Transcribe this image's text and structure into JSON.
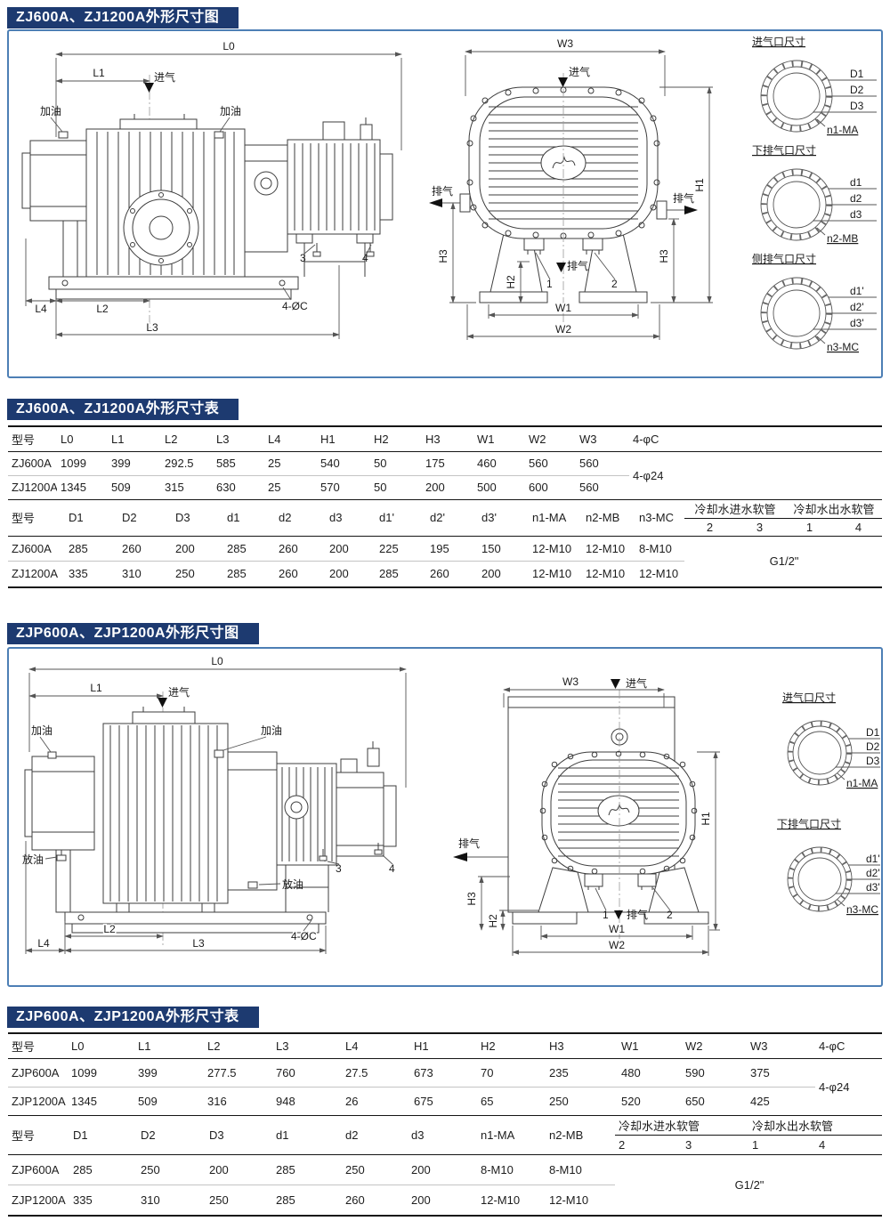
{
  "theme": {
    "header_bg": "#1d3a70",
    "header_text": "#ffffff",
    "box_border": "#4d7fb5"
  },
  "sections": {
    "zj_diagram_title": "ZJ600A、ZJ1200A外形尺寸图",
    "zj_table_title": "ZJ600A、ZJ1200A外形尺寸表",
    "zjp_diagram_title": "ZJP600A、ZJP1200A外形尺寸图",
    "zjp_table_title": "ZJP600A、ZJP1200A外形尺寸表"
  },
  "zj_side": {
    "L0": "L0",
    "L1": "L1",
    "L2": "L2",
    "L3": "L3",
    "L4": "L4",
    "intake": "进气",
    "oil_left": "加油",
    "oil_right": "加油",
    "num3": "3",
    "num4": "4",
    "bolt": "4-ØC"
  },
  "zj_front": {
    "W3": "W3",
    "W1": "W1",
    "W2": "W2",
    "H1": "H1",
    "H2": "H2",
    "H3_left": "H3",
    "H3_right": "H3",
    "intake": "进气",
    "exhaust_left": "排气",
    "exhaust_right": "排气",
    "exhaust_bottom": "排气",
    "num1": "1",
    "num2": "2"
  },
  "zj_ports": [
    {
      "title": "进气口尺寸",
      "labels": [
        "D1",
        "D2",
        "D3"
      ],
      "bolts": "n1-MA"
    },
    {
      "title": "下排气口尺寸",
      "labels": [
        "d1",
        "d2",
        "d3"
      ],
      "bolts": "n2-MB"
    },
    {
      "title": "侧排气口尺寸",
      "labels": [
        "d1'",
        "d2'",
        "d3'"
      ],
      "bolts": "n3-MC"
    }
  ],
  "zjp_side": {
    "L0": "L0",
    "L1": "L1",
    "L2": "L2",
    "L3": "L3",
    "L4": "L4",
    "intake": "进气",
    "oil_left": "加油",
    "oil_right": "加油",
    "drain_left": "放油",
    "drain_right": "放油",
    "num3": "3",
    "num4": "4",
    "bolt": "4-ØC"
  },
  "zjp_front": {
    "W3": "W3",
    "W1": "W1",
    "W2": "W2",
    "H1": "H1",
    "H2": "H2",
    "H3": "H3",
    "intake": "进气",
    "exhaust_left": "排气",
    "exhaust_bottom": "排气",
    "num1": "1",
    "num2": "2"
  },
  "zjp_ports": [
    {
      "title": "进气口尺寸",
      "labels": [
        "D1",
        "D2",
        "D3"
      ],
      "bolts": "n1-MA"
    },
    {
      "title": "下排气口尺寸",
      "labels": [
        "d1'",
        "d2'",
        "d3'"
      ],
      "bolts": "n3-MC"
    }
  ],
  "zj_table": {
    "dim_header": [
      "型号",
      "L0",
      "L1",
      "L2",
      "L3",
      "L4",
      "H1",
      "H2",
      "H3",
      "W1",
      "W2",
      "W3",
      "4-φC"
    ],
    "dim_rows": [
      {
        "model": "ZJ600A",
        "values": [
          "1099",
          "399",
          "292.5",
          "585",
          "25",
          "540",
          "50",
          "175",
          "460",
          "560",
          "560"
        ]
      },
      {
        "model": "ZJ1200A",
        "values": [
          "1345",
          "509",
          "315",
          "630",
          "25",
          "570",
          "50",
          "200",
          "500",
          "600",
          "560"
        ]
      }
    ],
    "phi_c_value": "4-φ24",
    "port_header": [
      "型号",
      "D1",
      "D2",
      "D3",
      "d1",
      "d2",
      "d3",
      "d1'",
      "d2'",
      "d3'",
      "n1-MA",
      "n2-MB",
      "n3-MC"
    ],
    "hose_in_label": "冷却水进水软管",
    "hose_out_label": "冷却水出水软管",
    "hose_in_nums": [
      "2",
      "3"
    ],
    "hose_out_nums": [
      "1",
      "4"
    ],
    "port_rows": [
      {
        "model": "ZJ600A",
        "values": [
          "285",
          "260",
          "200",
          "285",
          "260",
          "200",
          "225",
          "195",
          "150",
          "12-M10",
          "12-M10",
          "8-M10"
        ]
      },
      {
        "model": "ZJ1200A",
        "values": [
          "335",
          "310",
          "250",
          "285",
          "260",
          "200",
          "285",
          "260",
          "200",
          "12-M10",
          "12-M10",
          "12-M10"
        ]
      }
    ],
    "hose_value": "G1/2\""
  },
  "zjp_table": {
    "dim_header": [
      "型号",
      "L0",
      "L1",
      "L2",
      "L3",
      "L4",
      "H1",
      "H2",
      "H3",
      "W1",
      "W2",
      "W3",
      "4-φC"
    ],
    "dim_rows": [
      {
        "model": "ZJP600A",
        "values": [
          "1099",
          "399",
          "277.5",
          "760",
          "27.5",
          "673",
          "70",
          "235",
          "480",
          "590",
          "375"
        ]
      },
      {
        "model": "ZJP1200A",
        "values": [
          "1345",
          "509",
          "316",
          "948",
          "26",
          "675",
          "65",
          "250",
          "520",
          "650",
          "425"
        ]
      }
    ],
    "phi_c_value": "4-φ24",
    "port_header": [
      "型号",
      "D1",
      "D2",
      "D3",
      "d1",
      "d2",
      "d3",
      "n1-MA",
      "n2-MB"
    ],
    "hose_in_label": "冷却水进水软管",
    "hose_out_label": "冷却水出水软管",
    "hose_in_nums": [
      "2",
      "3"
    ],
    "hose_out_nums": [
      "1",
      "4"
    ],
    "port_rows": [
      {
        "model": "ZJP600A",
        "values": [
          "285",
          "250",
          "200",
          "285",
          "250",
          "200",
          "8-M10",
          "8-M10"
        ]
      },
      {
        "model": "ZJP1200A",
        "values": [
          "335",
          "310",
          "250",
          "285",
          "260",
          "200",
          "12-M10",
          "12-M10"
        ]
      }
    ],
    "hose_value": "G1/2\""
  }
}
